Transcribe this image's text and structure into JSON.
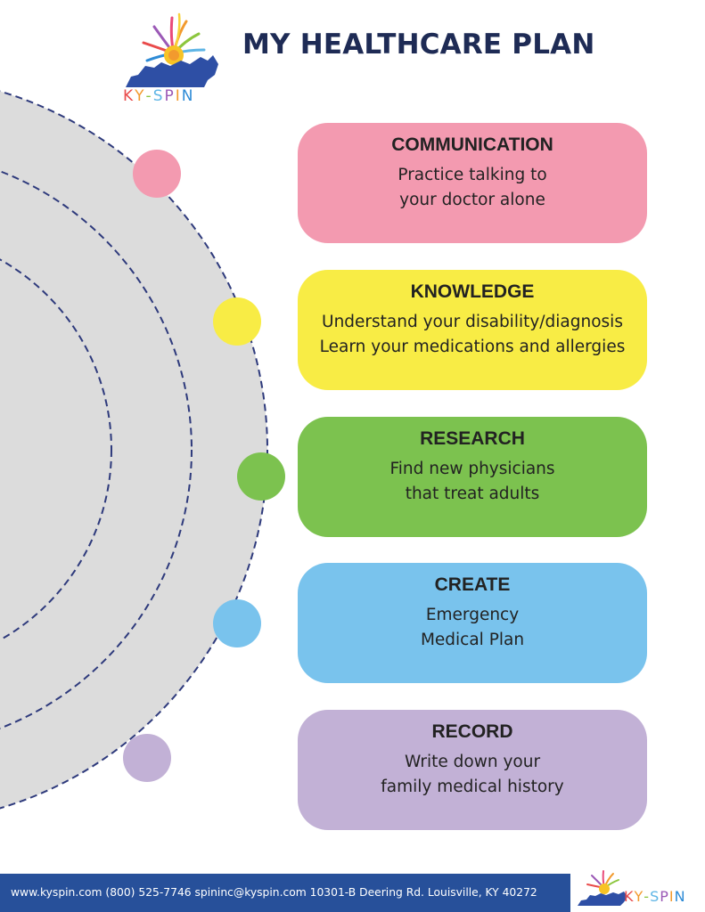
{
  "header": {
    "title": "MY HEALTHCARE PLAN",
    "logo_text": "KY-SPIN"
  },
  "colors": {
    "title": "#1e2b55",
    "orbit_fill": "#dcdcdc",
    "orbit_dash": "#2e3a7c",
    "footer_bg": "#27509a",
    "pink": "#f39ab0",
    "yellow": "#f8ec45",
    "green": "#7cc24f",
    "blue": "#79c3ed",
    "purple": "#c2b1d6"
  },
  "steps": [
    {
      "title": "COMMUNICATION",
      "lines": [
        "Practice talking to",
        "your doctor alone"
      ],
      "color": "#f39ab0"
    },
    {
      "title": "KNOWLEDGE",
      "lines": [
        "Understand your disability/diagnosis",
        "Learn your medications and allergies"
      ],
      "color": "#f8ec45"
    },
    {
      "title": "RESEARCH",
      "lines": [
        "Find new physicians",
        "that treat adults"
      ],
      "color": "#7cc24f"
    },
    {
      "title": "CREATE",
      "lines": [
        "Emergency",
        "Medical Plan"
      ],
      "color": "#79c3ed"
    },
    {
      "title": "RECORD",
      "lines": [
        "Write down your",
        "family medical history"
      ],
      "color": "#c2b1d6"
    }
  ],
  "footer": {
    "text": "www.kyspin.com  (800) 525-7746  spininc@kyspin.com  10301-B Deering Rd. Louisville, KY 40272",
    "logo_text": "KY-SPIN"
  }
}
